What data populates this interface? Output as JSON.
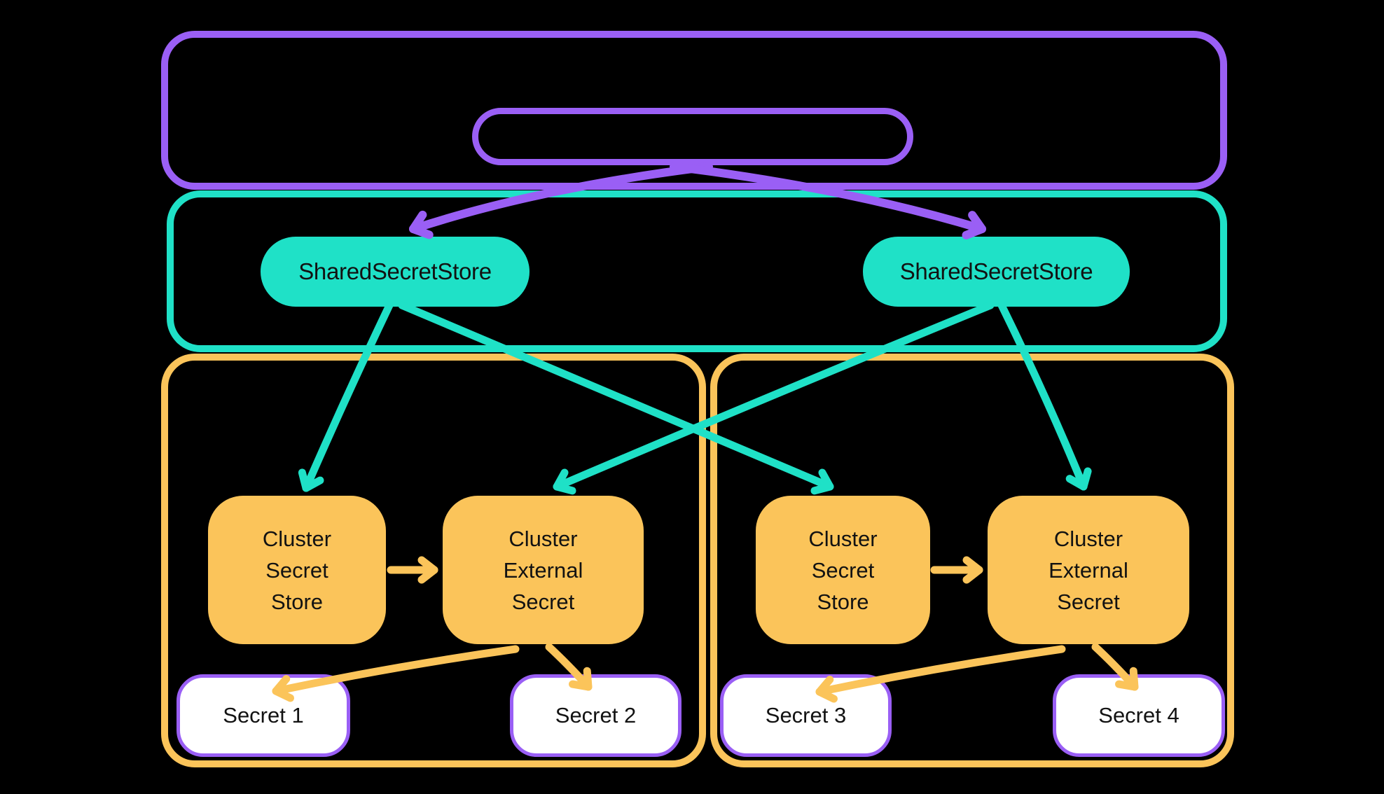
{
  "colors": {
    "background": "#000000",
    "purple": "#9A5FF5",
    "teal": "#1FE1C7",
    "yellow": "#FBC45A",
    "ink": "#121212",
    "secret_fill": "#FFFFFF"
  },
  "outer_cluster": {
    "pill_label": ""
  },
  "shared_secret_stores": [
    {
      "label": "SharedSecretStore"
    },
    {
      "label": "SharedSecretStore"
    }
  ],
  "namespaces": [
    {
      "cluster_secret_store": {
        "lines": [
          "Cluster",
          "Secret",
          "Store"
        ]
      },
      "cluster_external_secret": {
        "lines": [
          "Cluster",
          "External",
          "Secret"
        ]
      },
      "secrets": [
        {
          "label": "Secret 1"
        },
        {
          "label": "Secret 2"
        }
      ]
    },
    {
      "cluster_secret_store": {
        "lines": [
          "Cluster",
          "Secret",
          "Store"
        ]
      },
      "cluster_external_secret": {
        "lines": [
          "Cluster",
          "External",
          "Secret"
        ]
      },
      "secrets": [
        {
          "label": "Secret 3"
        },
        {
          "label": "Secret 4"
        }
      ]
    }
  ]
}
